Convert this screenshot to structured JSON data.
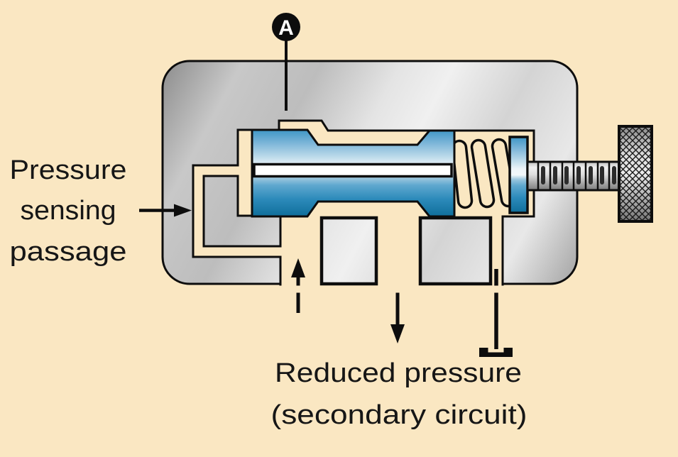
{
  "labels": {
    "port": "A",
    "pressure_sensing": [
      "Pressure",
      "sensing",
      "passage"
    ],
    "reduced_pressure": [
      "Reduced pressure",
      "(secondary circuit)"
    ]
  },
  "icons": {
    "port_marker": "circle-A-marker",
    "inlet_flow": "arrow-up",
    "outlet_flow": "arrow-down",
    "sensing_pointer": "arrow-right",
    "drain_symbol": "drain-to-tank-symbol"
  },
  "colors": {
    "background": "#FAE7C2",
    "outline": "#0D0D0D",
    "label_text": "#161616",
    "pin_white": "#FFFFFF",
    "spool_blue_top": "#3E96C5",
    "spool_blue_highlight": "#F2F7FA",
    "spool_blue_dark": "#0F6E9A",
    "body_gray_dark": "#8C8C8C",
    "body_gray_light": "#EFEFEF",
    "knob_gray": "#DCDCDC"
  }
}
